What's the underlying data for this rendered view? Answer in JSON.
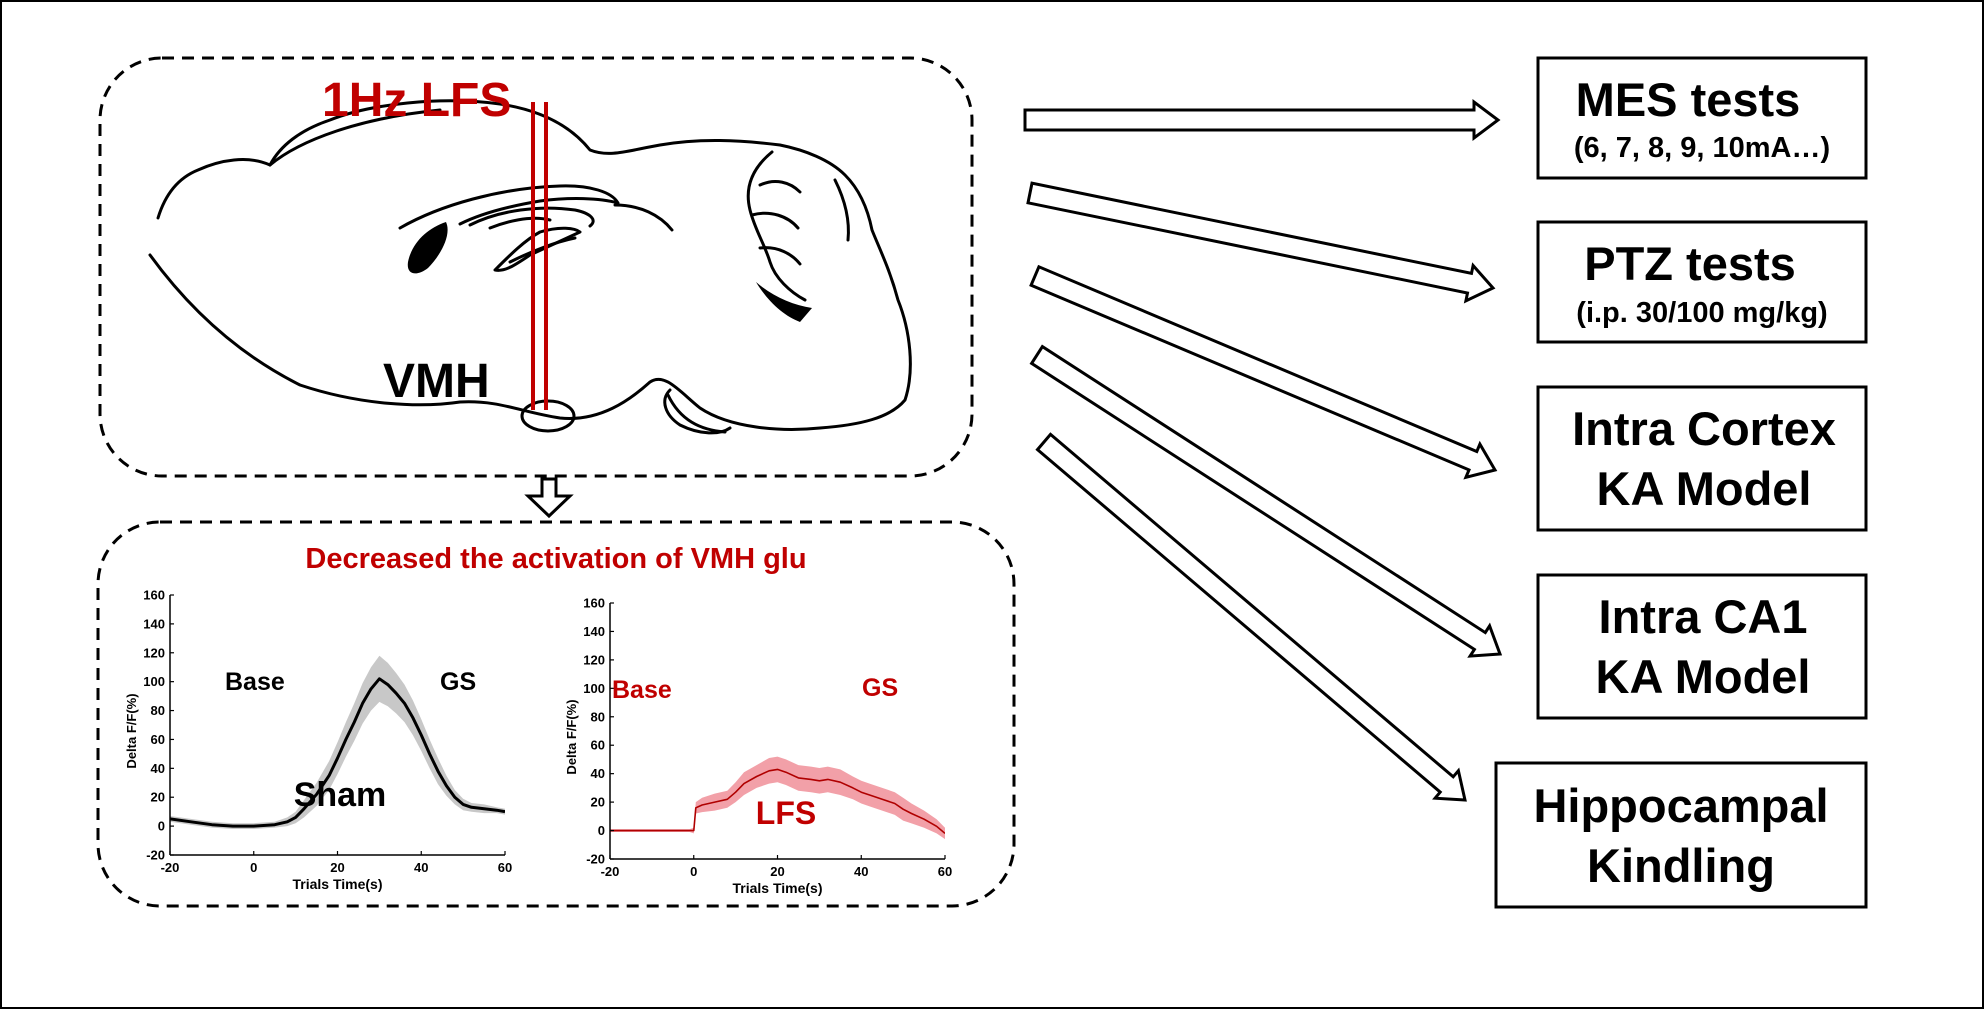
{
  "colors": {
    "accent_red": "#c00000",
    "black": "#000000",
    "sham_band": "#c8c8c8",
    "lfs_band": "#f2a0a8",
    "lfs_line": "#b00000"
  },
  "top_panel": {
    "stimulation_label": "1Hz LFS",
    "region_label": "VMH"
  },
  "bottom_panel": {
    "title": "Decreased the activation of VMH glu"
  },
  "outcomes": [
    {
      "line1": "MES tests",
      "line2": "(6, 7, 8, 9, 10mA…)"
    },
    {
      "line1": "PTZ tests",
      "line2": "(i.p. 30/100 mg/kg)"
    },
    {
      "line1": "Intra Cortex",
      "line2": "KA Model"
    },
    {
      "line1": "Intra CA1",
      "line2": "KA Model"
    },
    {
      "line1": "Hippocampal",
      "line2": "Kindling"
    }
  ],
  "chart_data": [
    {
      "type": "line",
      "xlabel": "Trials Time(s)",
      "ylabel": "Delta F/F(%)",
      "xlim": [
        -20,
        60
      ],
      "ylim": [
        -20,
        160
      ],
      "xticks": [
        -20,
        0,
        20,
        40,
        60
      ],
      "yticks": [
        -20,
        0,
        20,
        40,
        60,
        80,
        100,
        120,
        140,
        160
      ],
      "annotations": {
        "left": "Base",
        "right": "GS",
        "center": "Sham"
      },
      "series": [
        {
          "x": [
            -20,
            -15,
            -10,
            -5,
            0,
            5,
            8,
            10,
            12,
            15,
            18,
            20,
            22,
            24,
            26,
            28,
            30,
            32,
            34,
            36,
            38,
            40,
            42,
            44,
            46,
            48,
            50,
            52,
            55,
            58,
            60
          ],
          "y": [
            5,
            3,
            1,
            0,
            0,
            1,
            3,
            6,
            12,
            22,
            35,
            47,
            60,
            72,
            85,
            95,
            102,
            98,
            92,
            85,
            75,
            63,
            50,
            38,
            28,
            20,
            15,
            13,
            12,
            11,
            10
          ],
          "err": [
            2,
            2,
            2,
            2,
            2,
            2,
            3,
            4,
            6,
            8,
            10,
            11,
            12,
            13,
            14,
            15,
            16,
            15,
            14,
            13,
            12,
            11,
            10,
            9,
            7,
            5,
            4,
            3,
            3,
            2,
            2
          ]
        }
      ]
    },
    {
      "type": "line",
      "xlabel": "Trials Time(s)",
      "ylabel": "Delta F/F(%)",
      "xlim": [
        -20,
        60
      ],
      "ylim": [
        -20,
        160
      ],
      "xticks": [
        -20,
        0,
        20,
        40,
        60
      ],
      "yticks": [
        -20,
        0,
        20,
        40,
        60,
        80,
        100,
        120,
        140,
        160
      ],
      "annotations": {
        "left": "Base",
        "right": "GS",
        "center": "LFS"
      },
      "series": [
        {
          "x": [
            -20,
            -15,
            -10,
            -5,
            -1,
            0,
            0.5,
            2,
            5,
            8,
            10,
            12,
            15,
            18,
            20,
            22,
            25,
            28,
            30,
            32,
            35,
            38,
            40,
            42,
            45,
            48,
            50,
            52,
            55,
            58,
            60
          ],
          "y": [
            0,
            0,
            0,
            0,
            0,
            0,
            16,
            18,
            20,
            22,
            27,
            33,
            38,
            42,
            43,
            41,
            37,
            36,
            35,
            36,
            34,
            30,
            27,
            25,
            22,
            19,
            15,
            12,
            8,
            3,
            -2
          ],
          "err": [
            1,
            1,
            1,
            1,
            1,
            2,
            4,
            5,
            6,
            6,
            7,
            8,
            8,
            9,
            9,
            9,
            9,
            9,
            9,
            9,
            9,
            8,
            8,
            8,
            8,
            8,
            8,
            7,
            6,
            5,
            4
          ]
        }
      ]
    }
  ]
}
